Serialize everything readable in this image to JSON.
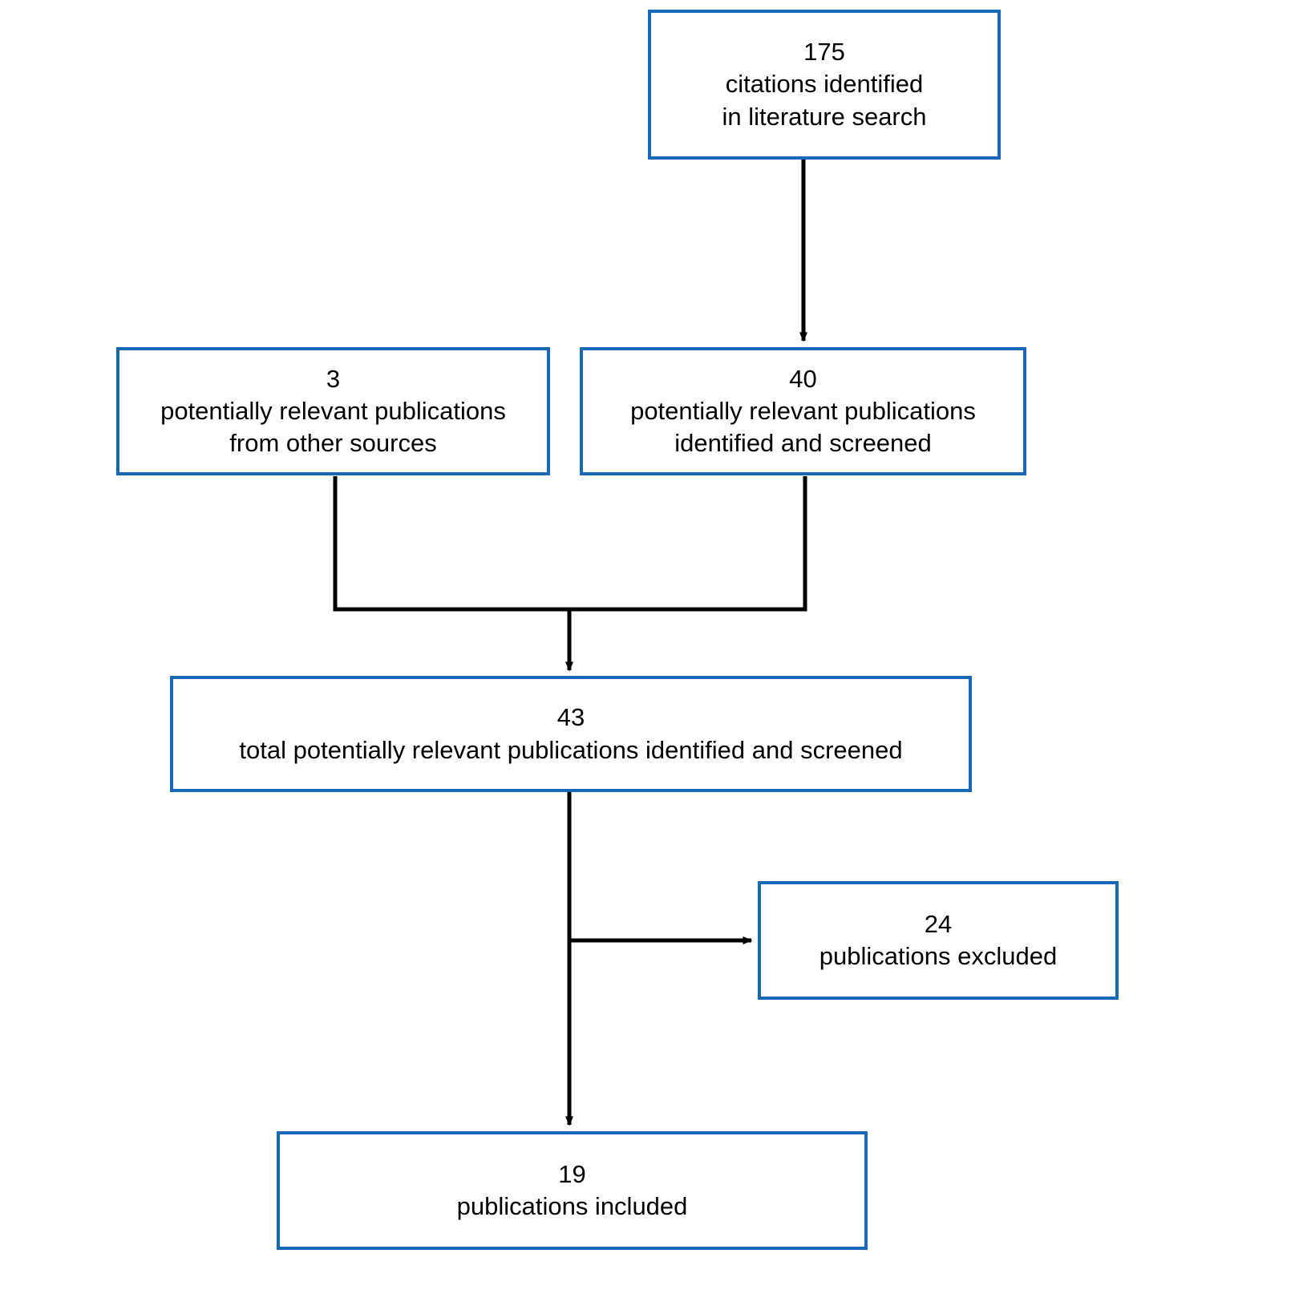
{
  "chart_data": {
    "type": "diagram",
    "title": "PRISMA-style literature selection flow diagram",
    "nodes": [
      {
        "id": "identified",
        "count": "175",
        "lines": [
          "citations identified",
          "in literature search"
        ]
      },
      {
        "id": "other",
        "count": "3",
        "lines": [
          "potentially relevant publications",
          "from other sources"
        ]
      },
      {
        "id": "screened",
        "count": "40",
        "lines": [
          "potentially relevant publications",
          "identified and screened"
        ]
      },
      {
        "id": "total",
        "count": "43",
        "lines": [
          "total potentially relevant publications identified and screened"
        ]
      },
      {
        "id": "excluded",
        "count": "24",
        "lines": [
          "publications excluded"
        ]
      },
      {
        "id": "included",
        "count": "19",
        "lines": [
          "publications included"
        ]
      }
    ],
    "edges": [
      {
        "from": "identified",
        "to": "screened",
        "style": "straight-down-arrow"
      },
      {
        "from": "other",
        "to": "total",
        "style": "elbow-merge-down-arrow"
      },
      {
        "from": "screened",
        "to": "total",
        "style": "elbow-merge-down-arrow"
      },
      {
        "from": "total",
        "to": "excluded",
        "style": "branch-right-arrow"
      },
      {
        "from": "total",
        "to": "included",
        "style": "straight-down-arrow"
      }
    ],
    "colors": {
      "box_border": "#1668b8",
      "connector": "#000000",
      "text": "#000000",
      "background": "#ffffff"
    }
  },
  "diagram": {
    "identified": {
      "count": "175",
      "line1": "citations identified",
      "line2": "in literature search"
    },
    "other": {
      "count": "3",
      "line1": "potentially relevant publications",
      "line2": "from other sources"
    },
    "screened": {
      "count": "40",
      "line1": "potentially relevant publications",
      "line2": "identified and screened"
    },
    "total": {
      "count": "43",
      "line1": "total potentially relevant publications identified and screened"
    },
    "excluded": {
      "count": "24",
      "line1": "publications excluded"
    },
    "included": {
      "count": "19",
      "line1": "publications included"
    }
  }
}
